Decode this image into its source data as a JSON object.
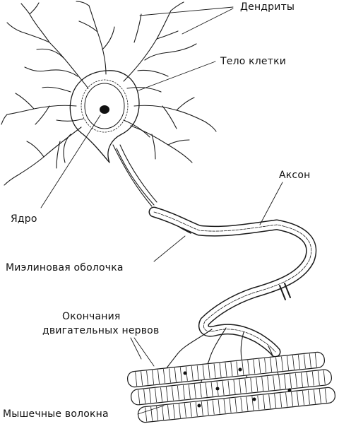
{
  "labels": {
    "dendrites": "Дендриты",
    "cell_body": "Тело клетки",
    "axon": "Аксон",
    "nucleus": "Ядро",
    "myelin_sheath": "Миэлиновая оболочка",
    "motor_endings_line1": "Окончания",
    "motor_endings_line2": "двигательных нервов",
    "muscle_fibers": "Мышечные волокна"
  }
}
